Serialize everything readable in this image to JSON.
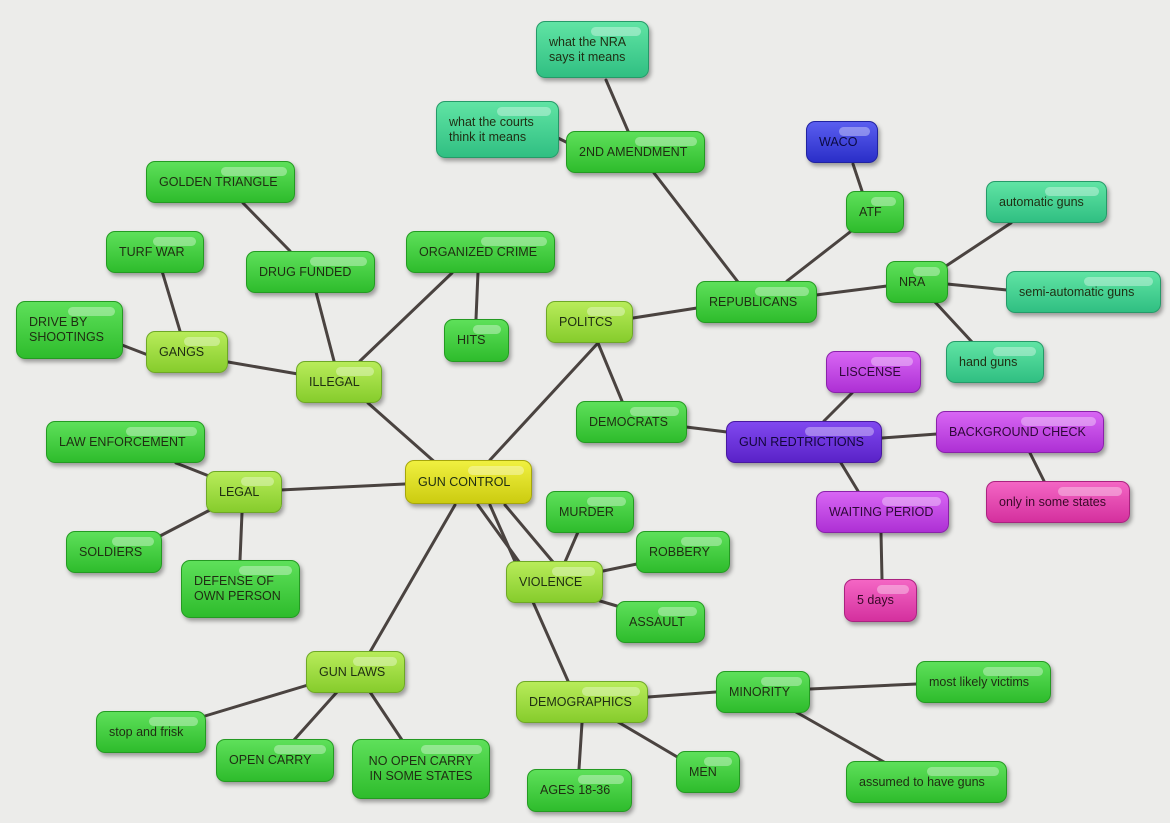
{
  "diagram": {
    "nodes": {
      "gun_control": "GUN CONTROL",
      "illegal": "ILLEGAL",
      "gangs": "GANGS",
      "turf_war": "TURF WAR",
      "drive_by": "DRIVE BY\nSHOOTINGS",
      "drug_funded": "DRUG FUNDED",
      "golden_triangle": "GOLDEN TRIANGLE",
      "organized_crime": "ORGANIZED CRIME",
      "hits": "HITS",
      "legal": "LEGAL",
      "law_enforcement": "LAW ENFORCEMENT",
      "soldiers": "SOLDIERS",
      "defense": "DEFENSE OF\nOWN PERSON",
      "gun_laws": "GUN LAWS",
      "stop_frisk": "stop and frisk",
      "open_carry": "OPEN CARRY",
      "no_open_carry": "NO OPEN CARRY\nIN SOME STATES",
      "violence": "VIOLENCE",
      "murder": "MURDER",
      "robbery": "ROBBERY",
      "assault": "ASSAULT",
      "demographics": "DEMOGRAPHICS",
      "ages": "AGES 18-36",
      "men": "MEN",
      "minority": "MINORITY",
      "victims": "most likely victims",
      "assumed": "assumed to have guns",
      "politics": "POLITCS",
      "democrats": "DEMOCRATS",
      "republicans": "REPUBLICANS",
      "second_amend": "2ND AMENDMENT",
      "nra_means": "what the NRA\nsays it means",
      "courts": "what the courts\nthink it means",
      "atf": "ATF",
      "waco": "WACO",
      "nra": "NRA",
      "auto_guns": "automatic guns",
      "semi_auto": "semi-automatic guns",
      "hand_guns": "hand guns",
      "gun_restrictions": "GUN REDTRICTIONS",
      "liscense": "LISCENSE",
      "background": "BACKGROUND CHECK",
      "some_states": "only in some states",
      "waiting": "WAITING PERIOD",
      "five_days": "5 days"
    },
    "colors": {
      "green": "#3ccc38",
      "lime": "#a2dc40",
      "yellow": "#e4e428",
      "teal": "#44d294",
      "blue": "#3a3ed8",
      "indigo": "#6a32dc",
      "purple": "#c048e0",
      "pink": "#e244b0",
      "edge": "#4a4340",
      "background": "#ececea"
    }
  }
}
